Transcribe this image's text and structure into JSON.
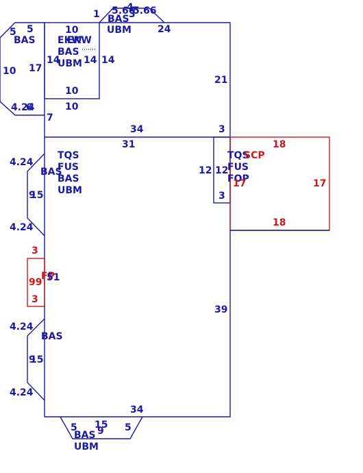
{
  "colors": {
    "main": "#1a1aa6",
    "accent": "#cc1a1a"
  },
  "labels": {
    "top_bump_1": "1",
    "top_bump_5_66": "5.66",
    "top_bump_4": "4",
    "top_bump_3": "3",
    "top_bump_6_66": "5.66",
    "top_bump_bas": "BAS",
    "top_bump_ubm": "UBM",
    "top_24": "24",
    "left_top_5a": "5",
    "left_top_5b": "5",
    "left_top_bas": "BAS",
    "left_top_10": "10",
    "left_top_17": "17",
    "left_top_4_24": "4.24",
    "left_top_6": "6",
    "left_top_7": "7",
    "inner_10_top": "10",
    "inner_ekw": "EKW",
    "inner_bas": "BAS",
    "inner_ubm": "UBM",
    "inner_14_left": "14",
    "inner_14_mid": "14",
    "inner_14_right": "14",
    "inner_10_bottom": "10",
    "inner_10_below": "10",
    "main_21": "21",
    "main_34_top": "34",
    "main_3_top": "3",
    "main_31": "31",
    "main_tqs": "TQS",
    "main_fus": "FUS",
    "main_bas": "BAS",
    "main_ubm": "UBM",
    "right_tqs": "TQS",
    "right_fus": "FUS",
    "right_fop": "FOP",
    "right_12_outer": "12",
    "right_12_inner": "12",
    "right_3": "3",
    "red_scp": "SCP",
    "red_18_top": "18",
    "red_17_left": "17",
    "red_17_right": "17",
    "red_18_bottom": "18",
    "bay1_4_24_top": "4.24",
    "bay1_bas": "BAS",
    "bay1_9": "9",
    "bay1_15": "15",
    "bay1_4_24_bottom": "4.24",
    "fp_3_top": "3",
    "fp_label": "FP",
    "fp_99": "99",
    "fp_51": "51",
    "fp_3_bottom": "3",
    "main_39": "39",
    "bay2_4_24_top": "4.24",
    "bay2_bas": "BAS",
    "bay2_9": "9",
    "bay2_15": "15",
    "bay2_4_24_bottom": "4.24",
    "main_34_bottom": "34",
    "bot_5_left": "5",
    "bot_15": "15",
    "bot_9": "9",
    "bot_5_right": "5",
    "bot_bas": "BAS",
    "bot_ubm": "UBM"
  }
}
